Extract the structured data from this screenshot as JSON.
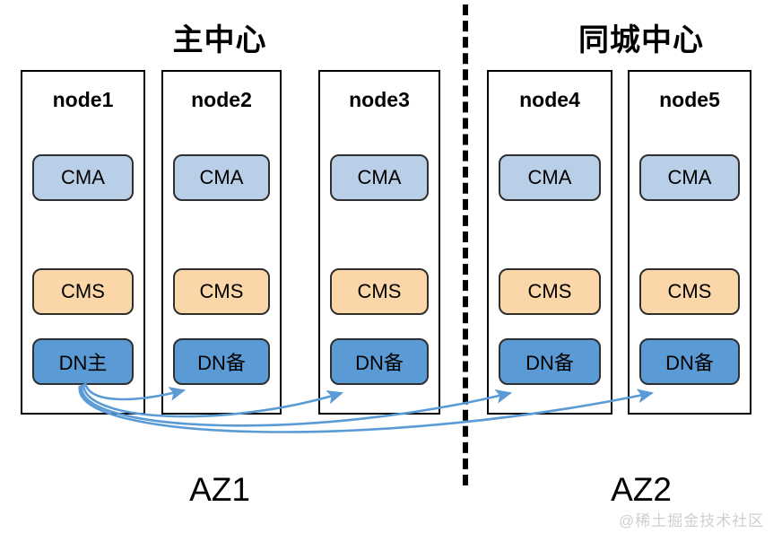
{
  "diagram": {
    "regions": [
      {
        "title": "主中心",
        "az_label": "AZ1"
      },
      {
        "title": "同城中心",
        "az_label": "AZ2"
      }
    ],
    "divider": {
      "style": "dashed",
      "color": "#000000"
    },
    "nodes": [
      {
        "title": "node1",
        "region": 0,
        "services": [
          {
            "name": "CMA",
            "label": "CMA",
            "color": "#b9cfe7"
          },
          {
            "name": "CMS",
            "label": "CMS",
            "color": "#fbd6a8"
          },
          {
            "name": "DN",
            "label": "DN主",
            "color": "#5b9bd5",
            "role": "primary"
          }
        ]
      },
      {
        "title": "node2",
        "region": 0,
        "services": [
          {
            "name": "CMA",
            "label": "CMA",
            "color": "#b9cfe7"
          },
          {
            "name": "CMS",
            "label": "CMS",
            "color": "#fbd6a8"
          },
          {
            "name": "DN",
            "label": "DN备",
            "color": "#5b9bd5",
            "role": "standby"
          }
        ]
      },
      {
        "title": "node3",
        "region": 0,
        "services": [
          {
            "name": "CMA",
            "label": "CMA",
            "color": "#b9cfe7"
          },
          {
            "name": "CMS",
            "label": "CMS",
            "color": "#fbd6a8"
          },
          {
            "name": "DN",
            "label": "DN备",
            "color": "#5b9bd5",
            "role": "standby"
          }
        ]
      },
      {
        "title": "node4",
        "region": 1,
        "services": [
          {
            "name": "CMA",
            "label": "CMA",
            "color": "#b9cfe7"
          },
          {
            "name": "CMS",
            "label": "CMS",
            "color": "#fbd6a8"
          },
          {
            "name": "DN",
            "label": "DN备",
            "color": "#5b9bd5",
            "role": "standby"
          }
        ]
      },
      {
        "title": "node5",
        "region": 1,
        "services": [
          {
            "name": "CMA",
            "label": "CMA",
            "color": "#b9cfe7"
          },
          {
            "name": "CMS",
            "label": "CMS",
            "color": "#fbd6a8"
          },
          {
            "name": "DN",
            "label": "DN备",
            "color": "#5b9bd5",
            "role": "standby"
          }
        ]
      }
    ],
    "replication_arrows": {
      "color": "#5b9bd5",
      "from": "node1.DN主",
      "to": [
        "node2.DN备",
        "node3.DN备",
        "node4.DN备",
        "node5.DN备"
      ],
      "count": 4
    },
    "watermark": "@稀土掘金技术社区"
  }
}
